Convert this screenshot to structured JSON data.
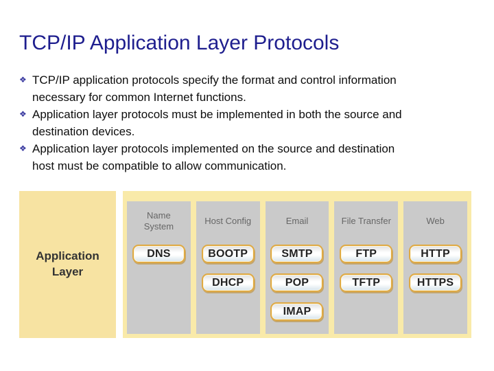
{
  "title": "TCP/IP Application Layer Protocols",
  "bullet_marker": "❖",
  "bullets": [
    "TCP/IP application protocols specify the format and control information\nnecessary for common Internet functions.",
    "Application layer protocols must be implemented in both the source and\ndestination devices.",
    "Application layer protocols implemented on the source and destination\nhost must be compatible to allow communication."
  ],
  "diagram": {
    "layer_label": "Application\nLayer",
    "columns": [
      {
        "label": "Name\nSystem",
        "protocols": [
          "DNS"
        ]
      },
      {
        "label": "Host Config",
        "protocols": [
          "BOOTP",
          "DHCP"
        ]
      },
      {
        "label": "Email",
        "protocols": [
          "SMTP",
          "POP",
          "IMAP"
        ]
      },
      {
        "label": "File Transfer",
        "protocols": [
          "FTP",
          "TFTP"
        ]
      },
      {
        "label": "Web",
        "protocols": [
          "HTTP",
          "HTTPS"
        ]
      }
    ]
  },
  "colors": {
    "title_text": "#1e1e8e",
    "body_text": "#0d0d0d",
    "bullet_marker": "#3a3aa0",
    "panel_yellow": "#f9eaa9",
    "layer_box_yellow": "#f7e3a2",
    "column_gray": "#cacaca",
    "column_label_text": "#666666",
    "button_border_gold": "#dfa943",
    "button_text": "#222222"
  }
}
